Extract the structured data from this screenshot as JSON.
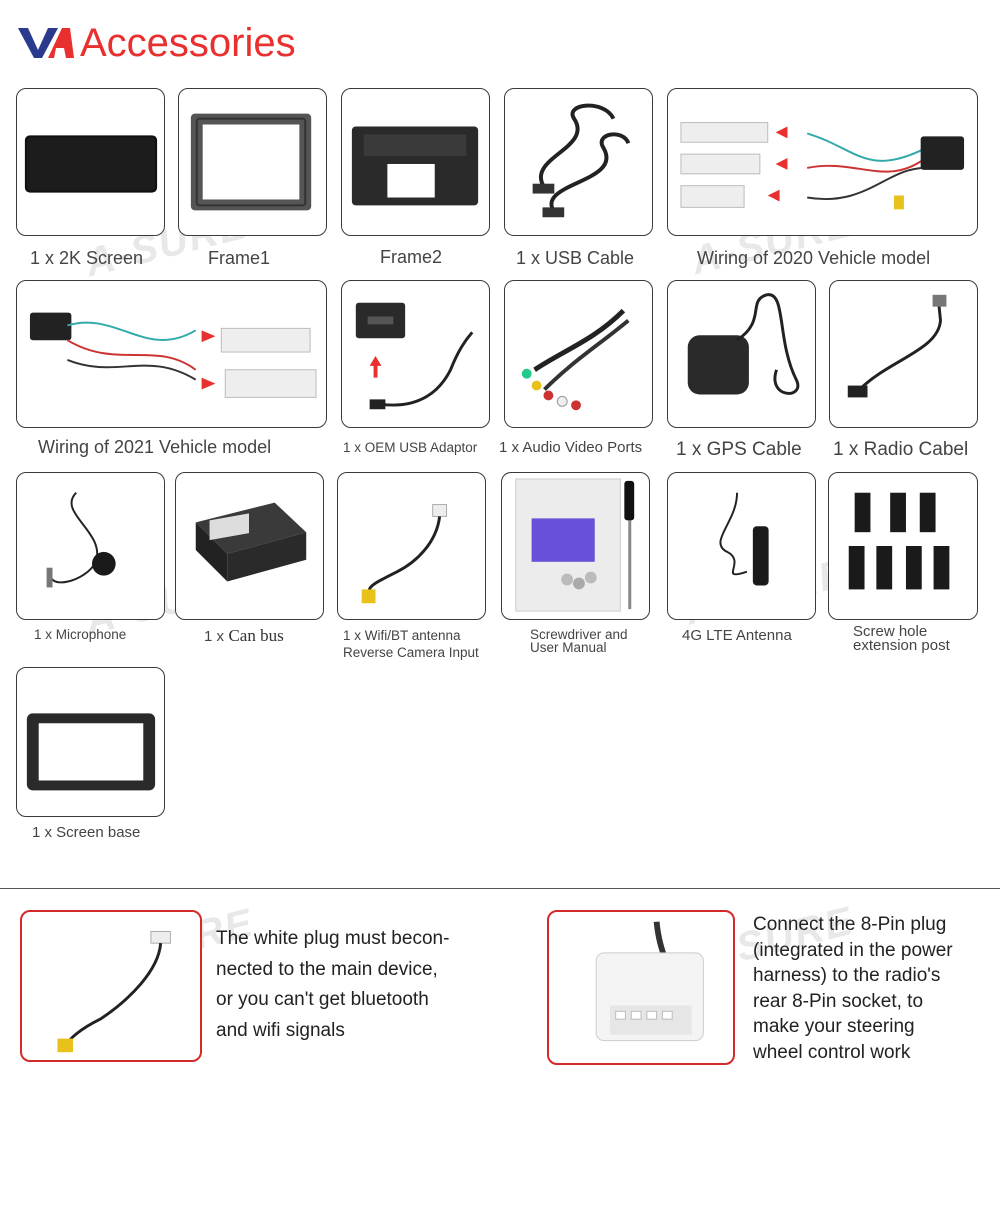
{
  "header": {
    "title": "Accessories",
    "logo_text": "VA"
  },
  "colors": {
    "brand_red": "#e8312f",
    "note_border": "#d42a2a"
  },
  "watermark": "A-SURE",
  "items": {
    "screen": "1 x 2K Screen",
    "frame1": "Frame1",
    "frame2": "Frame2",
    "usb_cable": "1 x USB Cable",
    "wiring_2020": "Wiring of 2020 Vehicle model",
    "wiring_2021": "Wiring of 2021 Vehicle model",
    "oem_usb": "1 x OEM USB Adaptor",
    "audio_video": "1 x Audio Video Ports",
    "gps": "1 x GPS Cable",
    "radio": "1 x Radio Cabel",
    "microphone": "1 x Microphone",
    "canbus_prefix": "1 x",
    "canbus_name": "Can bus",
    "wifi_line1": "1 x Wifi/BT antenna",
    "wifi_line2": "Reverse Camera Input",
    "screwdriver_line1": "Screwdriver and",
    "screwdriver_line2": "User Manual",
    "lte": "4G LTE Antenna",
    "screw_post_line1": "Screw hole",
    "screw_post_line2": "extension post",
    "screen_base": "1 x Screen base"
  },
  "notes": {
    "left": [
      "The white plug must becon-",
      "nected to the main device,",
      "or you can't get bluetooth",
      "and wifi signals"
    ],
    "right": [
      "Connect the 8-Pin plug",
      "(integrated in the power",
      "harness) to the radio's",
      "rear 8-Pin socket, to",
      "make your steering",
      "wheel control work"
    ]
  }
}
